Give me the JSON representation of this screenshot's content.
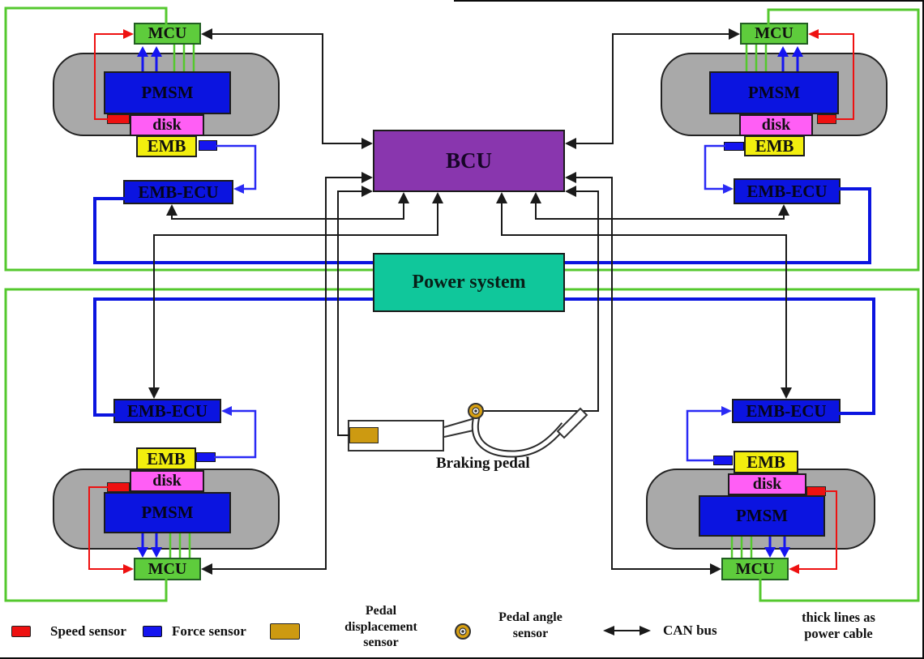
{
  "blocks": {
    "mcu": "MCU",
    "pmsm": "PMSM",
    "disk": "disk",
    "emb": "EMB",
    "emb_ecu": "EMB-ECU",
    "bcu": "BCU",
    "power_system": "Power system",
    "braking_pedal": "Braking pedal"
  },
  "legend": {
    "speed_sensor": "Speed sensor",
    "force_sensor": "Force sensor",
    "pedal_displacement_sensor": "Pedal displacement sensor",
    "pedal_angle_sensor": "Pedal angle sensor",
    "can_bus": "CAN bus",
    "power_cable_note": "thick lines as power cable"
  },
  "colors": {
    "mcu_fill": "#5ecc3c",
    "pmsm_fill": "#0b14e0",
    "disk_fill": "#ff5ef5",
    "emb_fill": "#f2ee0e",
    "emb_ecu_fill": "#0b14e0",
    "bcu_fill": "#8936ae",
    "power_fill": "#10c79b",
    "speed_sensor_red": "#ee1111",
    "force_sensor_blue": "#1515f0",
    "displacement_sensor_gold": "#cd9a11",
    "wheel_gray": "#a9a9a9",
    "can_line_black": "#1a1a1a",
    "power_cable_green": "#54c82e",
    "power_cable_blue": "#0b14e0"
  }
}
